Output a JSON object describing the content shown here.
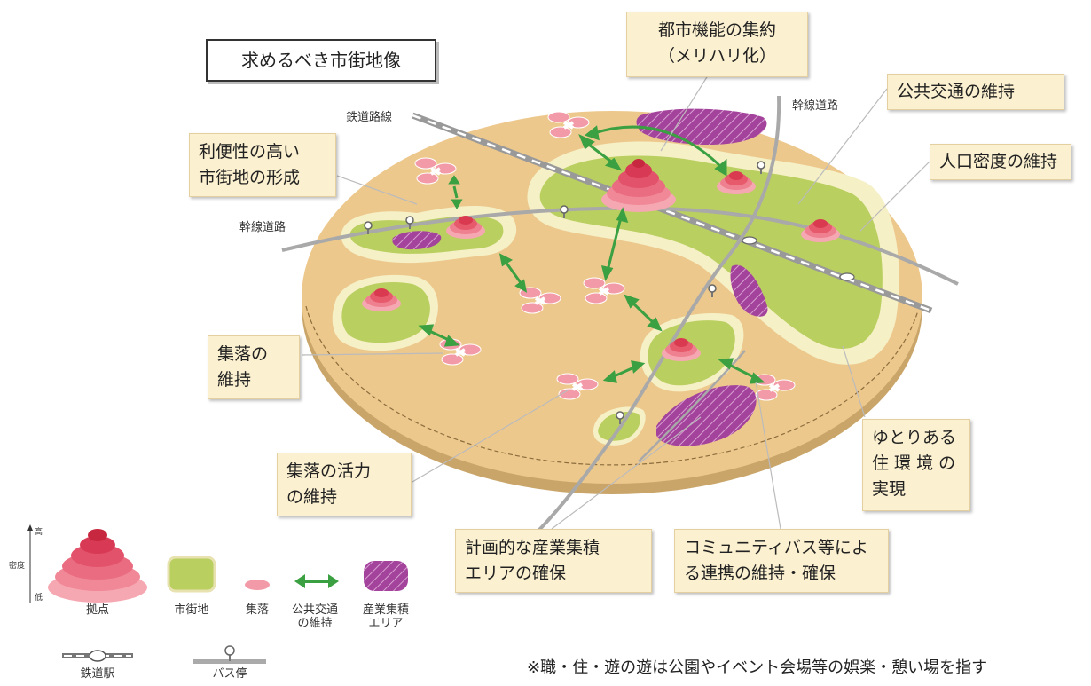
{
  "title": "求めるべき市街地像",
  "callouts": {
    "toshi_kino": "都市機能の集約\n（メリハリ化）",
    "koukyo_kotsu": "公共交通の維持",
    "jinko_mitsudo": "人口密度の維持",
    "riben": "利便性の高い\n市街地の形成",
    "shuraku_iji": "集落の\n維持",
    "shuraku_katsuryoku": "集落の活力\nの維持",
    "sangyo": "計画的な産業集積\nエリアの確保",
    "community_bus": "コミュニティバス等によ\nる連携の維持・確保",
    "yutori": "ゆとりある\n住 環 境 の\n実現"
  },
  "map_labels": {
    "railway": "鉄道路線",
    "trunk_road_top": "幹線道路",
    "trunk_road_left": "幹線道路"
  },
  "legend": {
    "density_axis": "密度",
    "high": "高",
    "low": "低",
    "kyoten": "拠点",
    "shigaichi": "市街地",
    "shuraku": "集落",
    "koukyo": "公共交通\nの維持",
    "sangyo": "産業集積\nエリア",
    "station": "鉄道駅",
    "bus_stop": "バス停"
  },
  "footnote": "※職・住・遊の遊は公園やイベント会場等の娯楽・憩い場を指す",
  "colors": {
    "disk": "#edc88d",
    "disk_edge": "#c9a56a",
    "urban": "#b9cf5f",
    "urban_fringe": "#f5f0c6",
    "hub": "#e0485c",
    "settlement": "#f29aa8",
    "transit_arrow": "#3aa041",
    "industrial": "#a3439b",
    "road": "#a9a9a9",
    "callout_bg": "#fbf0cf"
  }
}
